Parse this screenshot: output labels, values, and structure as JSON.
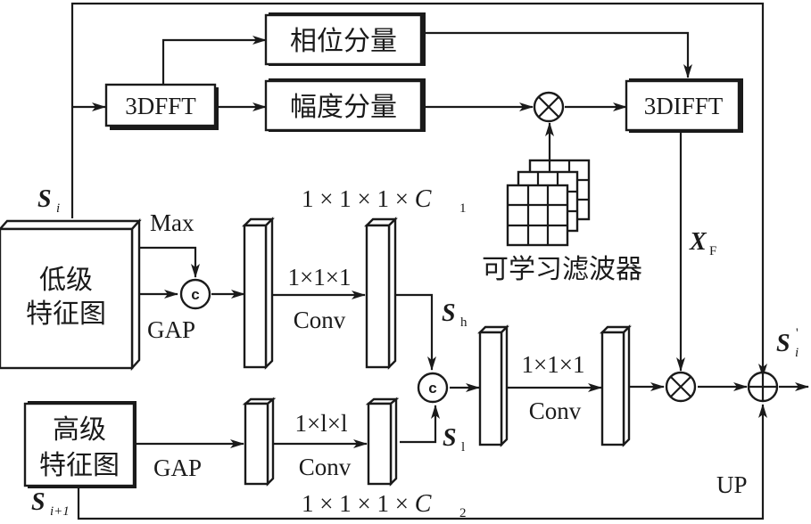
{
  "blocks": {
    "fft": "3DFFT",
    "phase": "相位分量",
    "amplitude": "幅度分量",
    "ifft": "3DIFFT",
    "low_feat_line1": "低级",
    "low_feat_line2": "特征图",
    "high_feat_line1": "高级",
    "high_feat_line2": "特征图",
    "learnable_filter": "可学习滤波器"
  },
  "labels": {
    "max": "Max",
    "gap_low": "GAP",
    "gap_high": "GAP",
    "kernel_1": "1×1×1",
    "conv_1": "Conv",
    "kernel_2": "1×l×l",
    "conv_2": "Conv",
    "kernel_3": "1×1×1",
    "conv_3": "Conv",
    "up": "UP",
    "concat_symbol": "c",
    "dim_c1_prefix": "1 × 1 × 1 × ",
    "dim_c1_var": "C",
    "dim_c1_sub": "1",
    "dim_c2_prefix": "1 × 1 × 1 × ",
    "dim_c2_var": "C",
    "dim_c2_sub": "2"
  },
  "variables": {
    "s_i": {
      "main": "S",
      "sub": "i"
    },
    "s_i1": {
      "main": "S",
      "sub": "i+1"
    },
    "s_h": {
      "main": "S",
      "sub": "h"
    },
    "s_l": {
      "main": "S",
      "sub": "l"
    },
    "x_f": {
      "main": "X",
      "sub": "F"
    },
    "s_i_prime": {
      "main": "S",
      "sub": "i",
      "sup": "'"
    }
  }
}
